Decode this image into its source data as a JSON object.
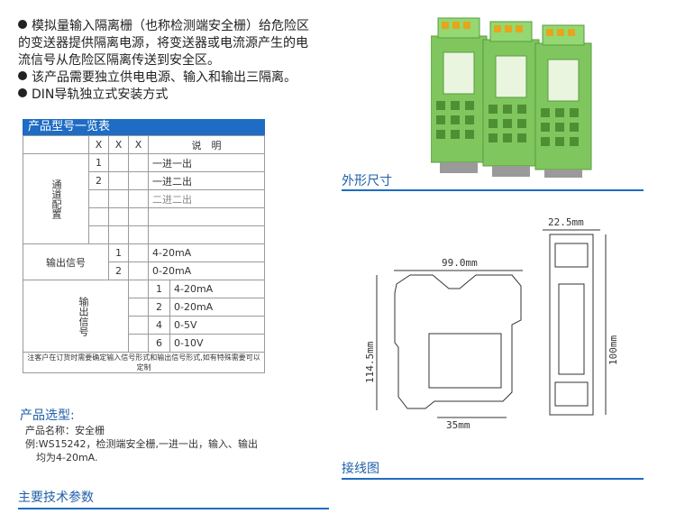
{
  "bullets": [
    "模拟量输入隔离栅（也称检测端安全栅）给危险区",
    "的变送器提供隔离电源，将变送器或电流源产生的电",
    "流信号从危险区隔离传送到安全区。",
    "该产品需要独立供电电源、输入和输出三隔离。",
    "DIN导轨独立式安装方式"
  ],
  "table": {
    "title": "产品型号一览表",
    "header": [
      "X",
      "X",
      "X",
      "说　明"
    ],
    "channel_label": "通道配置",
    "channels": [
      {
        "code": "1",
        "desc": "一进一出"
      },
      {
        "code": "2",
        "desc": "一进二出"
      },
      {
        "code": "",
        "desc": "二进二出"
      }
    ],
    "input_label": "输出信号",
    "inputs": [
      {
        "code": "1",
        "desc": "4-20mA"
      },
      {
        "code": "2",
        "desc": "0-20mA"
      }
    ],
    "output_label": "输出信号",
    "outputs": [
      {
        "code": "1",
        "desc": "4-20mA"
      },
      {
        "code": "2",
        "desc": "0-20mA"
      },
      {
        "code": "4",
        "desc": "0-5V"
      },
      {
        "code": "6",
        "desc": "0-10V"
      }
    ],
    "note": "注客户在订货时需要确定输入信号形式和输出信号形式,如有特殊需要可以定制"
  },
  "selection": {
    "title": "产品选型:",
    "name": "产品名称：安全栅",
    "example1": "例:WS15242，检测端安全栅,一进一出，输入、输出",
    "example2": "均为4-20mA."
  },
  "sections": {
    "tech_params": "主要技术参数",
    "dimensions": "外形尺寸",
    "wiring": "接线图"
  },
  "drawing": {
    "width_label": "99.0mm",
    "height_label": "114.5mm",
    "base_label": "35mm",
    "side_width_label": "22.5mm",
    "side_height_label": "100mm"
  },
  "colors": {
    "accent": "#1e6cc4",
    "module_green": "#8ed16f"
  }
}
